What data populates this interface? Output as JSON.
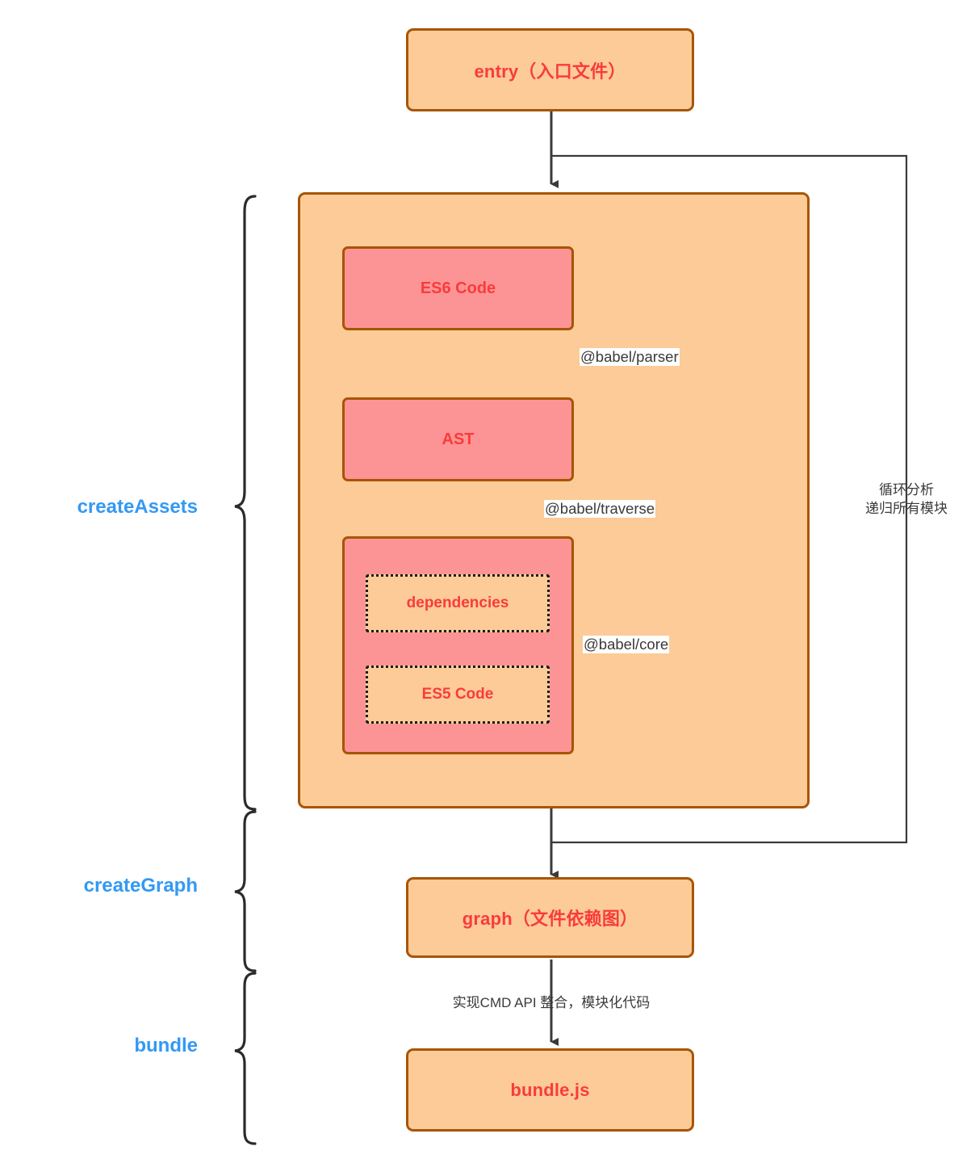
{
  "diagram": {
    "title": "webpack-like bundler pipeline",
    "colors": {
      "orange_fill": "#fccb97",
      "pink_fill": "#fc9495",
      "box_border": "#a75504",
      "node_text": "#fa3b3b",
      "stage_label": "#3399f3",
      "wire": "#3a3a3a",
      "dotted_border": "#1a1a1a",
      "background": "#ffffff"
    }
  },
  "nodes": {
    "entry": "entry（入口文件）",
    "es6_code": "ES6 Code",
    "ast": "AST",
    "dependencies": "dependencies",
    "es5_code": "ES5 Code",
    "graph": "graph（文件依赖图）",
    "bundle_js": "bundle.js"
  },
  "stages": [
    {
      "label": "createAssets"
    },
    {
      "label": "createGraph"
    },
    {
      "label": "bundle"
    }
  ],
  "edge_labels": {
    "babel_parser": "@babel/parser",
    "babel_traverse": "@babel/traverse",
    "babel_core": "@babel/core",
    "loop_note": "循环分析\n递归所有模块",
    "cmd_note": "实现CMD API 整合，模块化代码"
  }
}
